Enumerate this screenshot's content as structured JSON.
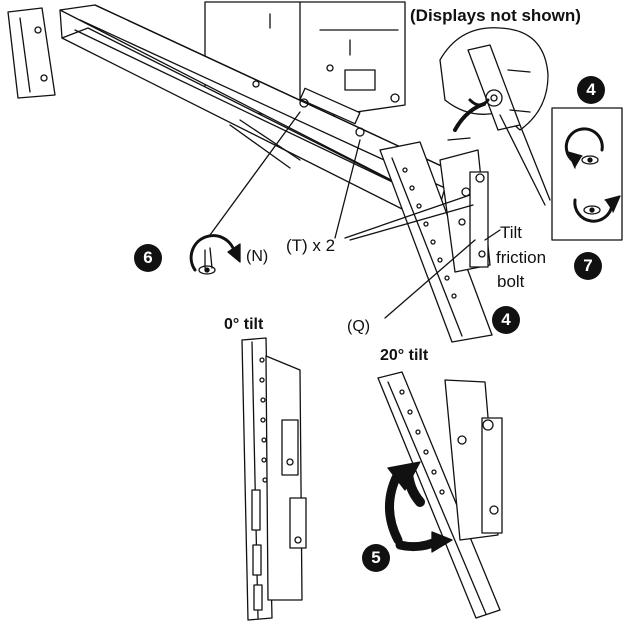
{
  "header": {
    "note": "(Displays not shown)"
  },
  "labels": {
    "n": "(N)",
    "t": "(T) x 2",
    "q": "(Q)",
    "tilt_bolt_line1": "Tilt",
    "tilt_bolt_line2": "friction",
    "tilt_bolt_line3": "bolt",
    "tilt_0": "0° tilt",
    "tilt_20": "20° tilt"
  },
  "steps": {
    "tighten_top": "4",
    "tighten_bottom": "4",
    "tilt_step": "5",
    "screw_step": "6",
    "loosen_step": "7"
  },
  "colors": {
    "ink": "#111111",
    "background": "#ffffff"
  }
}
